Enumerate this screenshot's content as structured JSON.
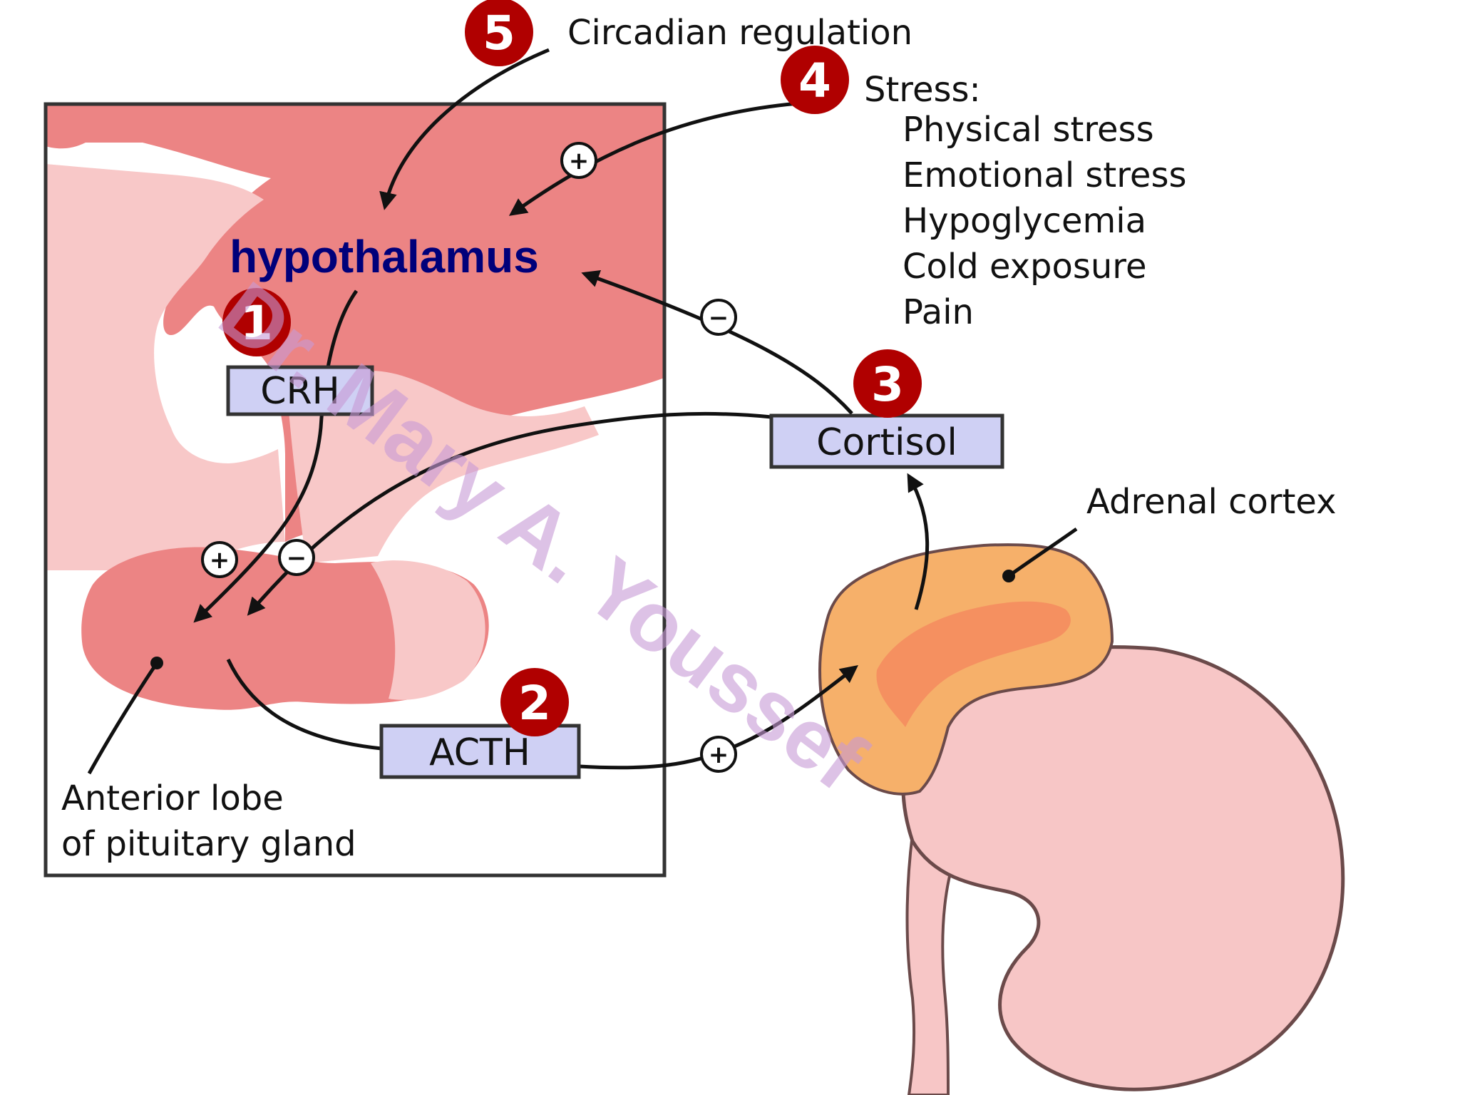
{
  "colors": {
    "tissue_light": "#f8c8c8",
    "tissue_mid": "#f29a9a",
    "tissue_dark": "#ec8484",
    "adrenal_outer": "#f6b06a",
    "adrenal_inner": "#f59060",
    "kidney": "#f7c6c6",
    "hormone_box_fill": "#cfd0f4",
    "number_badge": "#b00000",
    "hypothalamus_text": "#00007a",
    "watermark": "#c89ad6"
  },
  "labels": {
    "circadian": "Circadian regulation",
    "stress_title": "Stress:",
    "stress_items": [
      "Physical stress",
      "Emotional stress",
      "Hypoglycemia",
      "Cold exposure",
      "Pain"
    ],
    "hypothalamus": "hypothalamus",
    "crh": "CRH",
    "cortisol": "Cortisol",
    "acth": "ACTH",
    "adrenal_cortex": "Adrenal cortex",
    "pituitary_line1": "Anterior lobe",
    "pituitary_line2": "of pituitary gland"
  },
  "badges": [
    "1",
    "2",
    "3",
    "4",
    "5"
  ],
  "signs": {
    "plus": "+",
    "minus": "−"
  },
  "watermark": "Dr. Mary A. Youssef"
}
